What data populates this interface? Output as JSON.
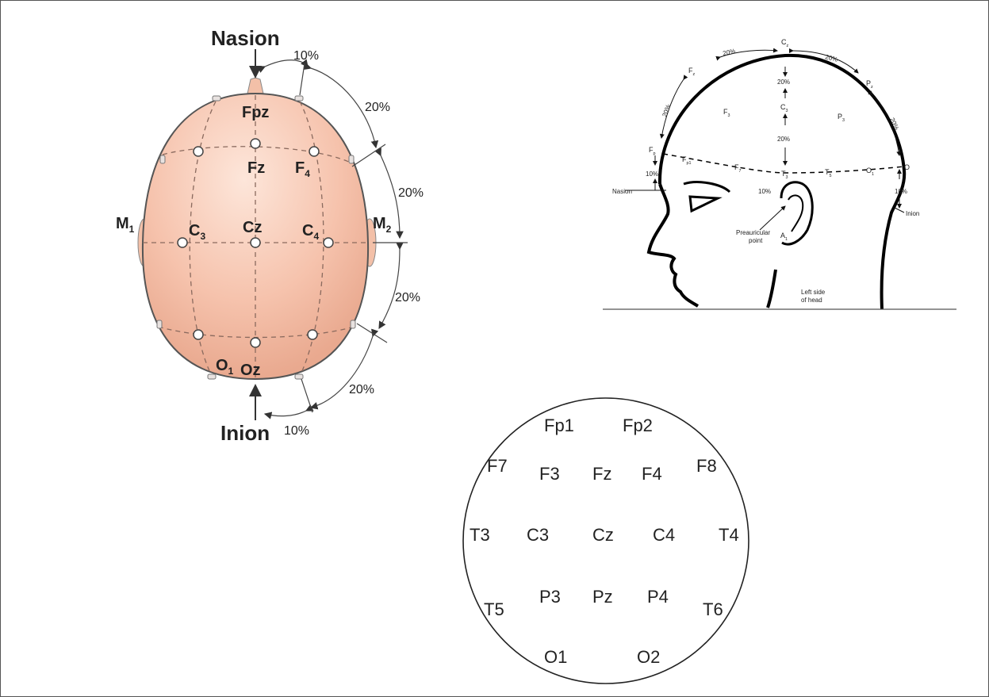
{
  "top_view": {
    "nasion": "Nasion",
    "inion": "Inion",
    "fpz": "Fpz",
    "fz": "Fz",
    "f4_main": "F",
    "f4_sub": "4",
    "c3_main": "C",
    "c3_sub": "3",
    "cz": "Cz",
    "c4_main": "C",
    "c4_sub": "4",
    "m1_main": "M",
    "m1_sub": "1",
    "m2_main": "M",
    "m2_sub": "2",
    "o1_main": "O",
    "o1_sub": "1",
    "oz": "Oz",
    "pct_top_10": "10%",
    "pct_top_20": "20%",
    "pct_right_20a": "20%",
    "pct_right_20b": "20%",
    "pct_bottom_20": "20%",
    "pct_bottom_10": "10%",
    "skin_color": "#f6c3ad"
  },
  "side_view": {
    "cz": "C",
    "cz_sub": "z",
    "f3": "F",
    "f3_sub": "3",
    "p3": "P",
    "p3_sub": "3",
    "fz_upper": "F",
    "fz_upper_sub": "z",
    "pz_upper": "P",
    "pz_upper_sub": "z",
    "c3_mid": "C",
    "c3_mid_sub": "3",
    "fp": "F",
    "fp_sub": "p",
    "fp1": "F",
    "fp1_sub": "p1",
    "f7": "F",
    "f7_sub": "7",
    "t3": "T",
    "t3_sub": "3",
    "t5": "T",
    "t5_sub": "5",
    "o1": "O",
    "o1_sub": "1",
    "o": "O",
    "a1": "A",
    "a1_sub": "1",
    "pct_20_a": "20%",
    "pct_20_b": "20%",
    "pct_20_c": "20%",
    "pct_20_d": "20%",
    "pct_20_e": "20%",
    "pct_20_f": "20%",
    "pct_10_front": "10%",
    "pct_10_back": "10%",
    "pct_10_ear": "10%",
    "nasion": "Nasion",
    "inion": "Inion",
    "preauricular_1": "Preauricular",
    "preauricular_2": "point",
    "caption_1": "Left side",
    "caption_2": "of head"
  },
  "circle_map": {
    "fp1": "Fp1",
    "fp2": "Fp2",
    "f7": "F7",
    "f3": "F3",
    "fz": "Fz",
    "f4": "F4",
    "f8": "F8",
    "t3": "T3",
    "c3": "C3",
    "cz": "Cz",
    "c4": "C4",
    "t4": "T4",
    "t5": "T5",
    "p3": "P3",
    "pz": "Pz",
    "p4": "P4",
    "t6": "T6",
    "o1": "O1",
    "o2": "O2"
  }
}
